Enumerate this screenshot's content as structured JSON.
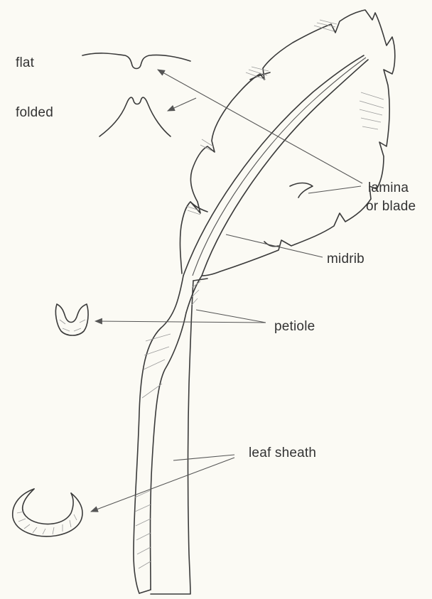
{
  "labels": {
    "flat": "flat",
    "folded": "folded",
    "lamina_line1": "lamina",
    "lamina_line2": "or blade",
    "midrib": "midrib",
    "petiole": "petiole",
    "leaf_sheath": "leaf sheath"
  },
  "colors": {
    "background": "#fbfaf4",
    "ink": "#3a3a3a"
  }
}
